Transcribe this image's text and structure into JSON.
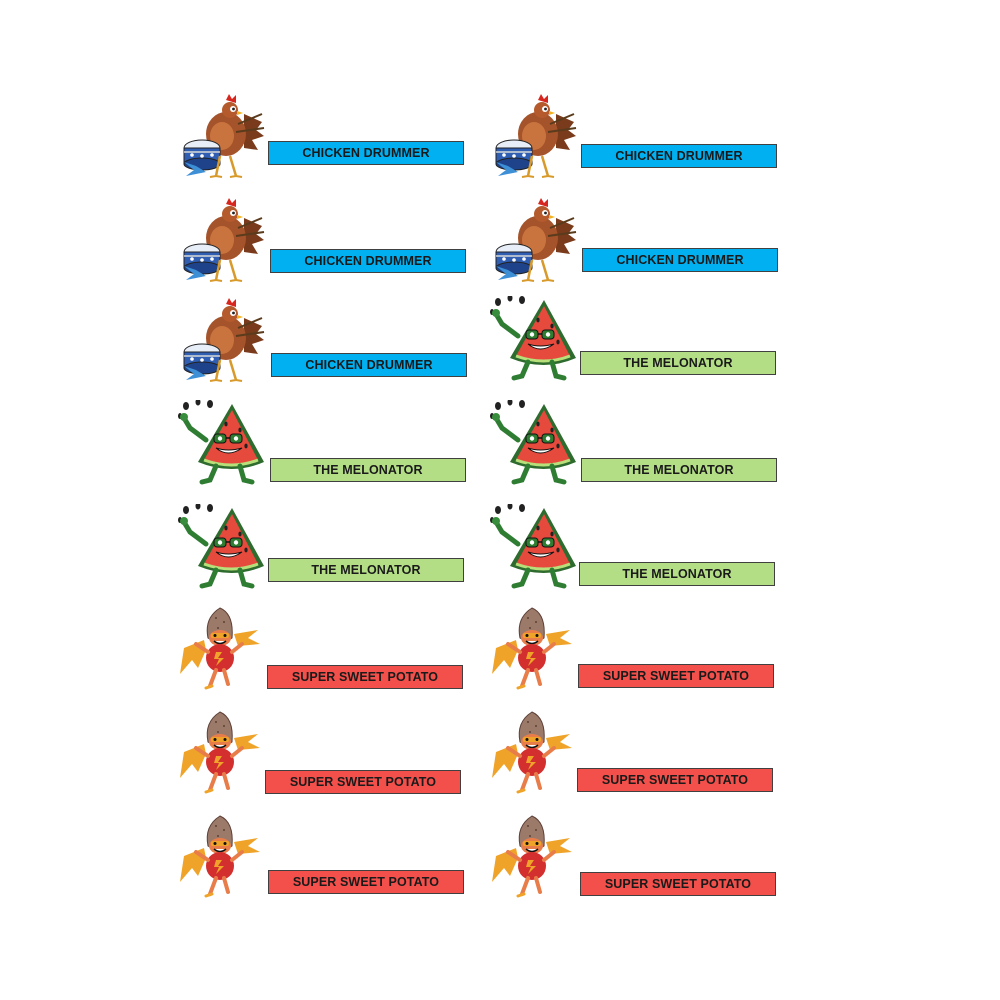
{
  "labels": [
    {
      "name": "CHICKEN DRUMMER",
      "color": "#00b0f0",
      "icon": "chicken-drummer"
    },
    {
      "name": "CHICKEN DRUMMER",
      "color": "#00b0f0",
      "icon": "chicken-drummer"
    },
    {
      "name": "CHICKEN DRUMMER",
      "color": "#00b0f0",
      "icon": "chicken-drummer"
    },
    {
      "name": "CHICKEN DRUMMER",
      "color": "#00b0f0",
      "icon": "chicken-drummer"
    },
    {
      "name": "CHICKEN DRUMMER",
      "color": "#00b0f0",
      "icon": "chicken-drummer"
    },
    {
      "name": "THE MELONATOR",
      "color": "#b4de86",
      "icon": "melonator"
    },
    {
      "name": "THE MELONATOR",
      "color": "#b4de86",
      "icon": "melonator"
    },
    {
      "name": "THE MELONATOR",
      "color": "#b4de86",
      "icon": "melonator"
    },
    {
      "name": "THE MELONATOR",
      "color": "#b4de86",
      "icon": "melonator"
    },
    {
      "name": "THE MELONATOR",
      "color": "#b4de86",
      "icon": "melonator"
    },
    {
      "name": "SUPER SWEET POTATO",
      "color": "#f4504b",
      "icon": "super-sweet-potato"
    },
    {
      "name": "SUPER SWEET POTATO",
      "color": "#f4504b",
      "icon": "super-sweet-potato"
    },
    {
      "name": "SUPER SWEET POTATO",
      "color": "#f4504b",
      "icon": "super-sweet-potato"
    },
    {
      "name": "SUPER SWEET POTATO",
      "color": "#f4504b",
      "icon": "super-sweet-potato"
    },
    {
      "name": "SUPER SWEET POTATO",
      "color": "#f4504b",
      "icon": "super-sweet-potato"
    },
    {
      "name": "SUPER SWEET POTATO",
      "color": "#f4504b",
      "icon": "super-sweet-potato"
    }
  ]
}
